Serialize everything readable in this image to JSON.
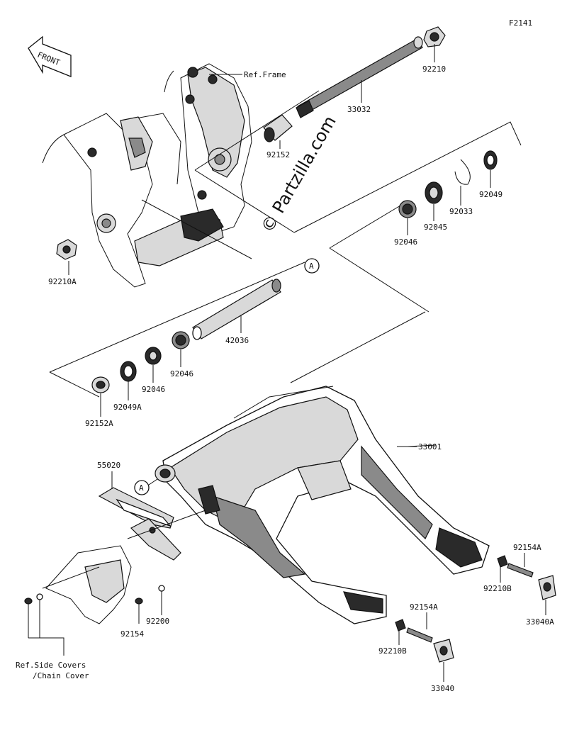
{
  "diagram_code": "F2141",
  "front_label": "FRONT",
  "watermark": "© Partzilla.com",
  "ref_labels": {
    "frame": "Ref.Frame",
    "side_covers_line1": "Ref.Side Covers",
    "side_covers_line2": "/Chain Cover"
  },
  "callout_a": "A",
  "parts": {
    "p92210": "92210",
    "p33032": "33032",
    "p92152": "92152",
    "p92210A": "92210A",
    "p92049": "92049",
    "p92033": "92033",
    "p92045": "92045",
    "p92046_top": "92046",
    "p42036": "42036",
    "p92046_mid": "92046",
    "p92046_low": "92046",
    "p92049A": "92049A",
    "p92152A": "92152A",
    "p55020": "55020",
    "p33001": "33001",
    "p92154A_right": "92154A",
    "p92210B_right": "92210B",
    "p33040A": "33040A",
    "p92154A_low": "92154A",
    "p92210B_low": "92210B",
    "p33040": "33040",
    "p92200": "92200",
    "p92154": "92154"
  }
}
